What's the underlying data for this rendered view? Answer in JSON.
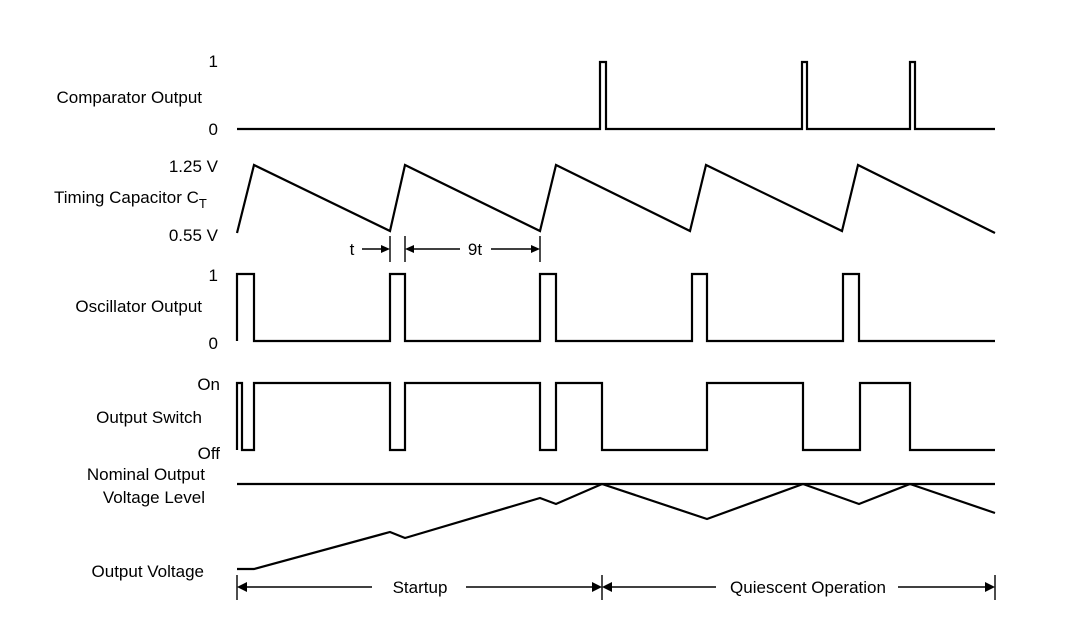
{
  "diagram": {
    "rows": {
      "comparator": {
        "label": "Comparator Output",
        "high": "1",
        "low": "0"
      },
      "timing": {
        "label_main": "Timing Capacitor C",
        "label_sub": "T",
        "high": "1.25 V",
        "low": "0.55 V"
      },
      "oscillator": {
        "label": "Oscillator Output",
        "high": "1",
        "low": "0"
      },
      "switch": {
        "label": "Output Switch",
        "high": "On",
        "low": "Off"
      },
      "nominal": {
        "line1": "Nominal Output",
        "line2": "Voltage Level"
      },
      "output": {
        "label": "Output Voltage"
      }
    },
    "intervals": {
      "t": "t",
      "nine_t": "9t"
    },
    "phases": {
      "startup": "Startup",
      "quiescent": "Quiescent Operation"
    }
  }
}
